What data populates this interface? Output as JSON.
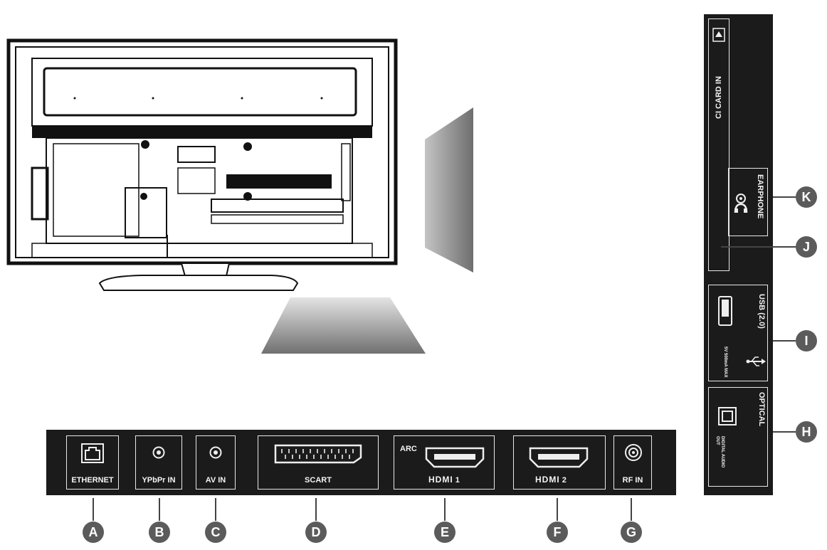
{
  "bottom_ports": [
    {
      "id": "A",
      "label": "ETHERNET"
    },
    {
      "id": "B",
      "label": "YPbPr IN"
    },
    {
      "id": "C",
      "label": "AV IN"
    },
    {
      "id": "D",
      "label": "SCART"
    },
    {
      "id": "E",
      "label": "HDMI 1",
      "logo": "HDMI",
      "number": "1",
      "tag": "ARC"
    },
    {
      "id": "F",
      "label": "HDMI 2",
      "logo": "HDMI",
      "number": "2"
    },
    {
      "id": "G",
      "label": "RF IN"
    }
  ],
  "side_ports": [
    {
      "id": "K",
      "label": "EARPHONE"
    },
    {
      "id": "J",
      "label": "CI CARD IN"
    },
    {
      "id": "I",
      "label": "USB (2.0)",
      "sublabel": "5V 500mA MAX"
    },
    {
      "id": "H",
      "label": "OPTICAL",
      "sublabel": "DIGITAL AUDIO OUT"
    }
  ],
  "colors": {
    "panel": "#1b1b1b",
    "callout": "#5b5b5b",
    "frame_gray": "#c8c8c8"
  },
  "icons": [
    "ethernet-jack-icon",
    "rca-jack-icon",
    "scart-icon",
    "hdmi-port-icon",
    "coax-jack-icon",
    "usb-port-icon",
    "usb-symbol-icon",
    "headphone-icon",
    "optical-port-icon",
    "ci-slot-icon"
  ]
}
